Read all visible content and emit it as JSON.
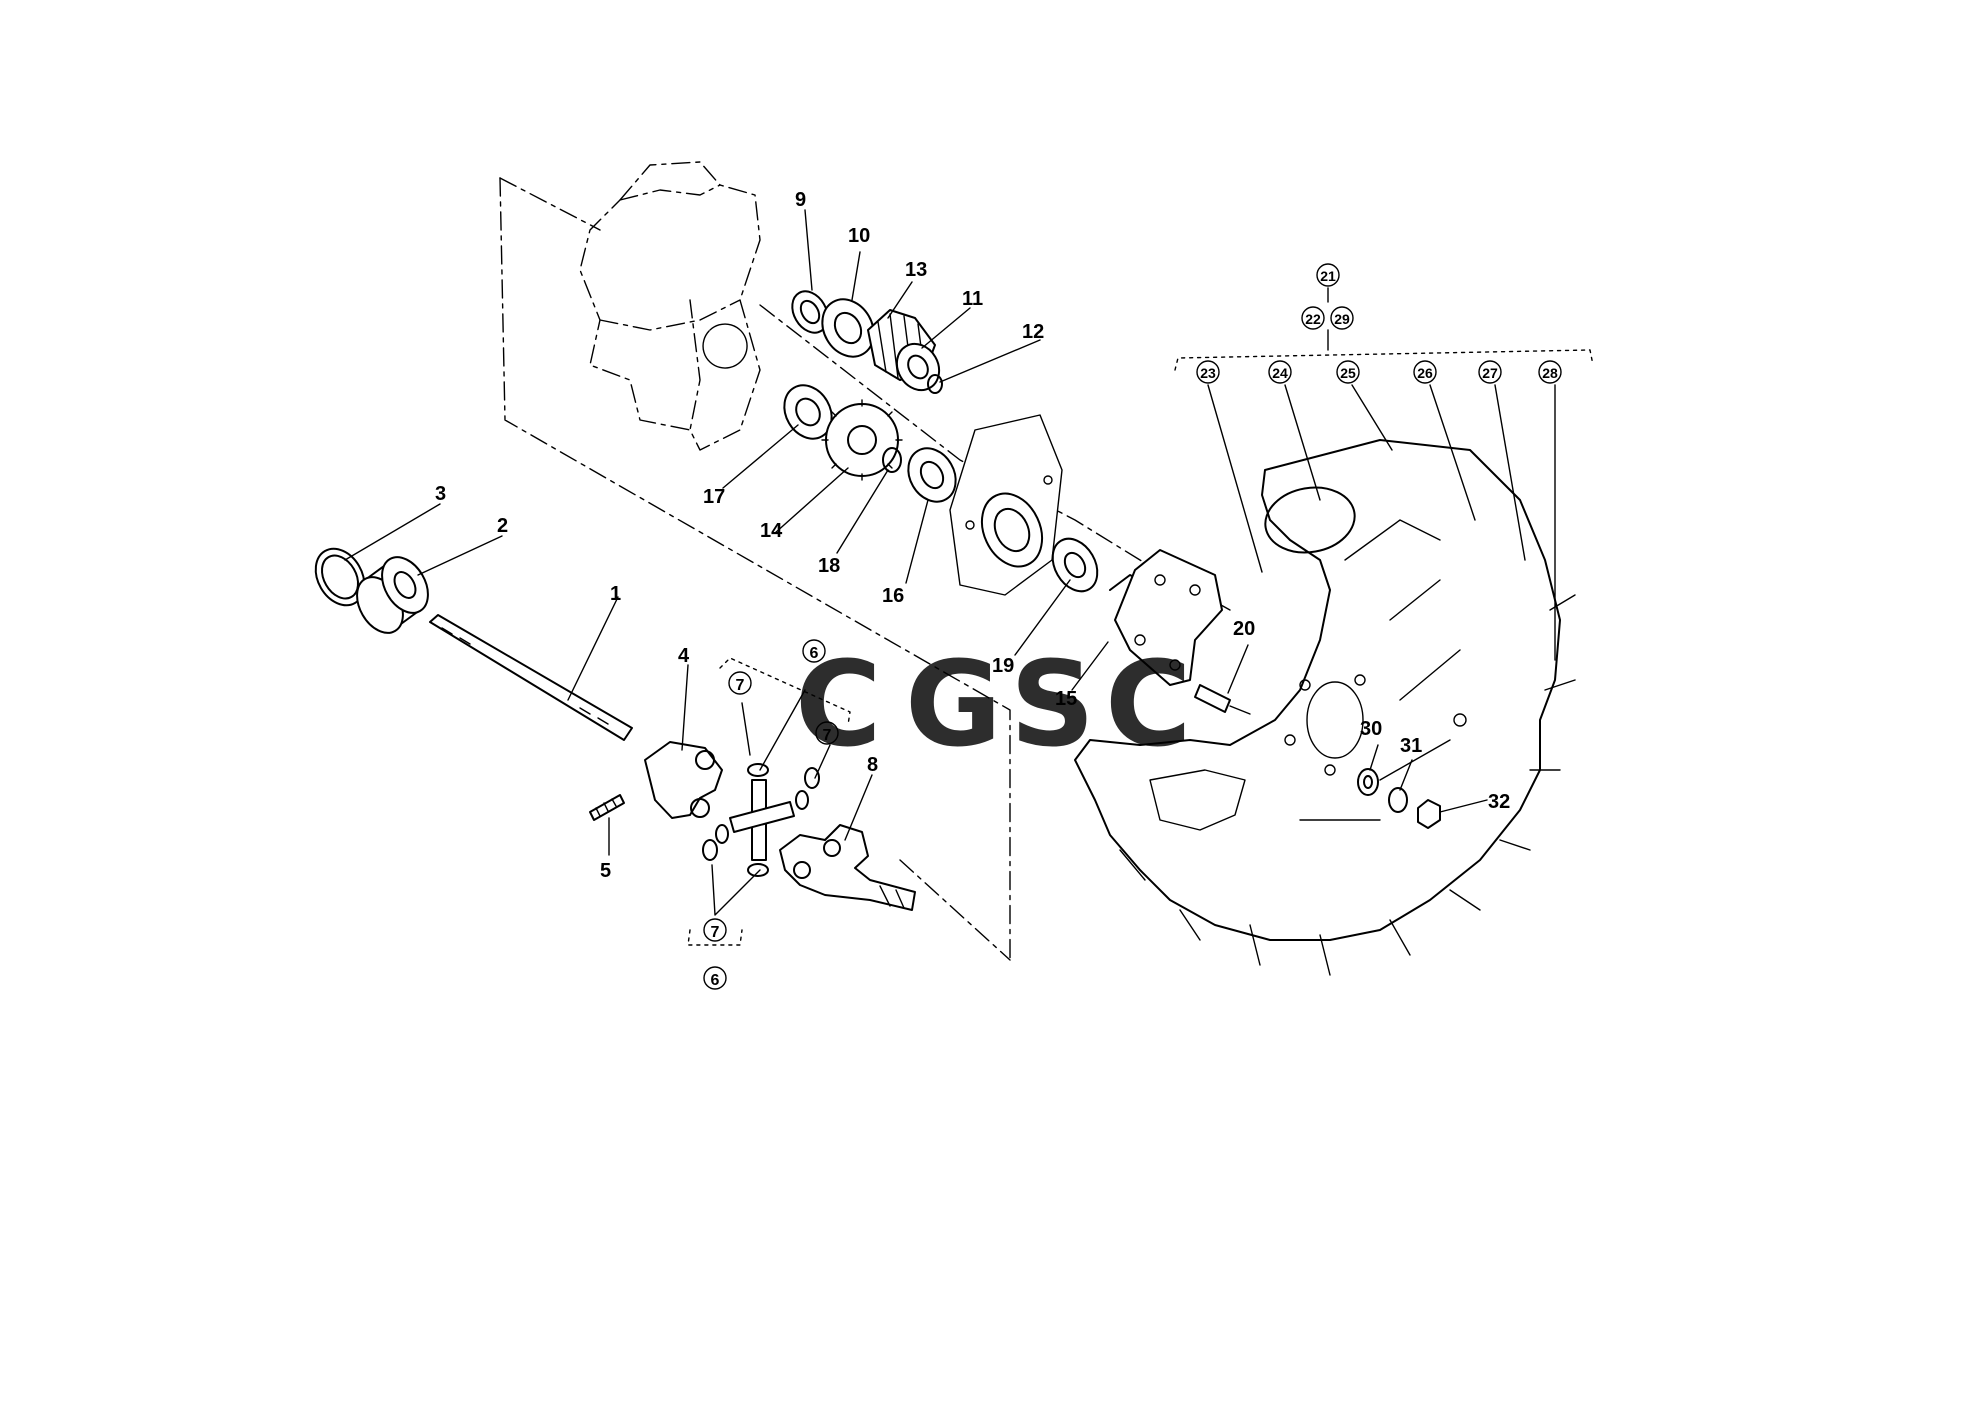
{
  "callouts": {
    "c1": "1",
    "c2": "2",
    "c3": "3",
    "c4": "4",
    "c5": "5",
    "c6a": "6",
    "c6b": "6",
    "c7a": "7",
    "c7b": "7",
    "c7c": "7",
    "c8": "8",
    "c9": "9",
    "c10": "10",
    "c11": "11",
    "c12": "12",
    "c13": "13",
    "c14": "14",
    "c15": "15",
    "c16": "16",
    "c17": "17",
    "c18": "18",
    "c19": "19",
    "c20": "20",
    "c21": "21",
    "c22": "22",
    "c29": "29",
    "c23": "23",
    "c24": "24",
    "c25": "25",
    "c26": "26",
    "c27": "27",
    "c28": "28",
    "c30": "30",
    "c31": "31",
    "c32": "32"
  },
  "watermark": {
    "letters": [
      "C",
      "G",
      "S",
      "C"
    ],
    "colors": [
      "#5b8def",
      "#f07a7a",
      "#f6d35a",
      "#5fba8a"
    ]
  }
}
